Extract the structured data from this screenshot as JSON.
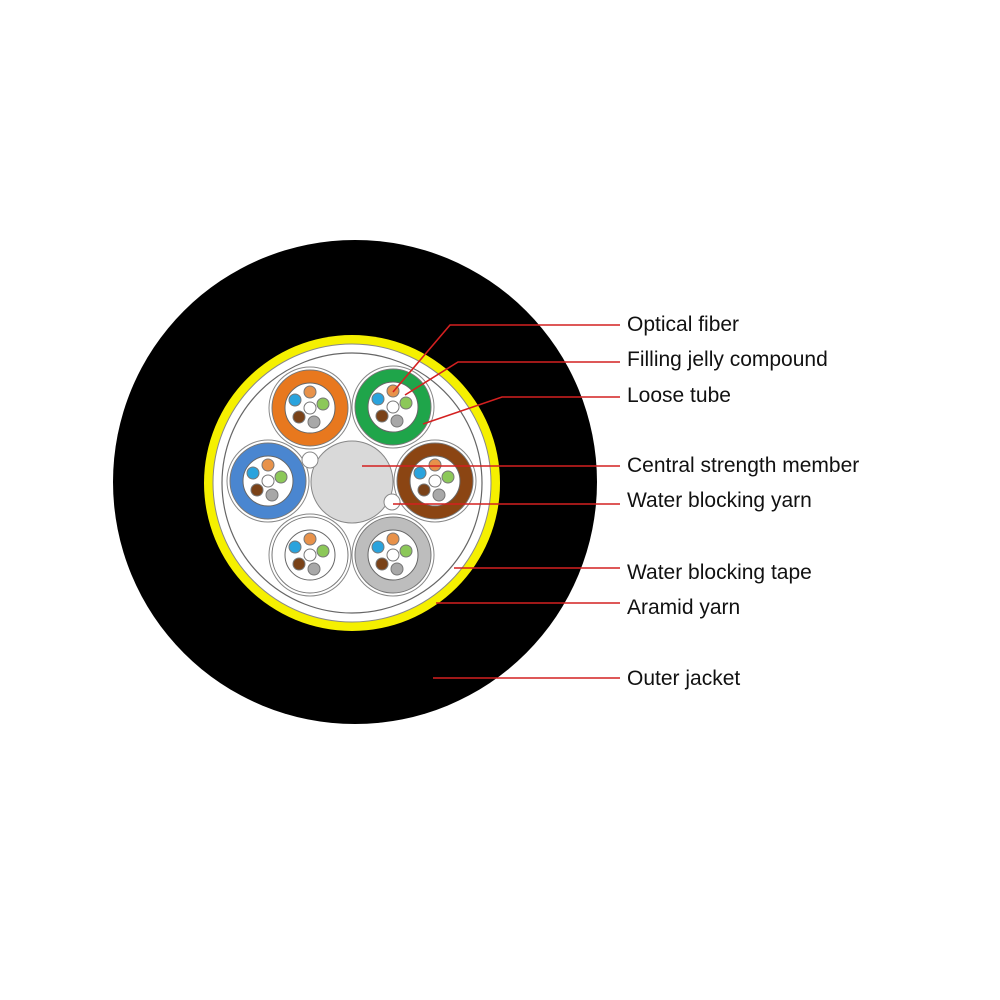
{
  "title": "Optical cable cross-section",
  "labels": [
    {
      "text": "Optical fiber"
    },
    {
      "text": "Filling jelly compound"
    },
    {
      "text": "Loose tube"
    },
    {
      "text": "Central strength member"
    },
    {
      "text": "Water blocking yarn"
    },
    {
      "text": "Water blocking tape"
    },
    {
      "text": "Aramid yarn"
    },
    {
      "text": "Outer jacket"
    }
  ],
  "colors": {
    "jacket": "#000000",
    "aramid": "#f5f000",
    "leader": "#d42020",
    "tubes": [
      "#e8781e",
      "#1fa54a",
      "#4a86d0",
      "#8b4513",
      "#ffffff",
      "#bdbdbd"
    ],
    "fibers": [
      "#e8924a",
      "#2aa3dd",
      "#8cc859",
      "#7a4218",
      "#a8a8a8",
      "#ffffff"
    ],
    "central_member": "#d9d9d9"
  }
}
